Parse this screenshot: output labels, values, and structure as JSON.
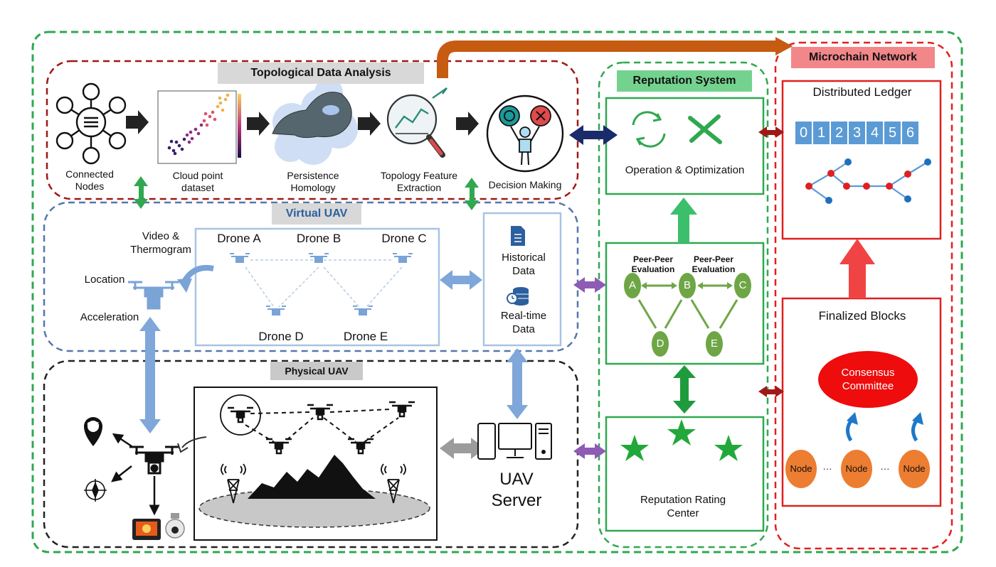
{
  "sections": {
    "tda_title": "Topological Data Analysis",
    "virtual_title": "Virtual UAV",
    "physical_title": "Physical UAV",
    "reputation_title": "Reputation System",
    "microchain_title": "Microchain Network"
  },
  "tda": {
    "connected_nodes": "Connected Nodes",
    "cloud_point": "Cloud point dataset",
    "persistence": "Persistence Homology",
    "topology_feature": "Topology Feature Extraction",
    "decision_making": "Decision Making"
  },
  "virtual": {
    "video": "Video & Thermogram",
    "location": "Location",
    "acceleration": "Acceleration",
    "drones": [
      "Drone A",
      "Drone B",
      "Drone C",
      "Drone D",
      "Drone E"
    ],
    "historical": "Historical Data",
    "realtime": "Real-time Data"
  },
  "physical": {
    "gps": "GPS",
    "server": "UAV Server"
  },
  "reputation": {
    "operation": "Operation & Optimization",
    "peer1": "Peer-Peer Evaluation",
    "peer2": "Peer-Peer Evaluation",
    "nodes": [
      "A",
      "B",
      "C",
      "D",
      "E"
    ],
    "rating_center": "Reputation Rating Center"
  },
  "microchain": {
    "ledger_title": "Distributed Ledger",
    "ledger_cells": [
      "0",
      "1",
      "2",
      "3",
      "4",
      "5",
      "6"
    ],
    "finalized": "Finalized Blocks",
    "consensus": "Consensus Committee",
    "node_label": "Node",
    "ellipsis": "···"
  },
  "colors": {
    "green": "#2fa84f",
    "red": "#e02020",
    "dark_red": "#a01818",
    "blue_dash": "#5577aa",
    "light_blue": "#a7c4e6",
    "gray_label": "#d8d8d8",
    "green_label": "#74d28f",
    "pink_label": "#f2878a",
    "ledger_blue": "#5b9bd5",
    "orange": "#c65b12",
    "node_orange": "#ed7d31"
  }
}
